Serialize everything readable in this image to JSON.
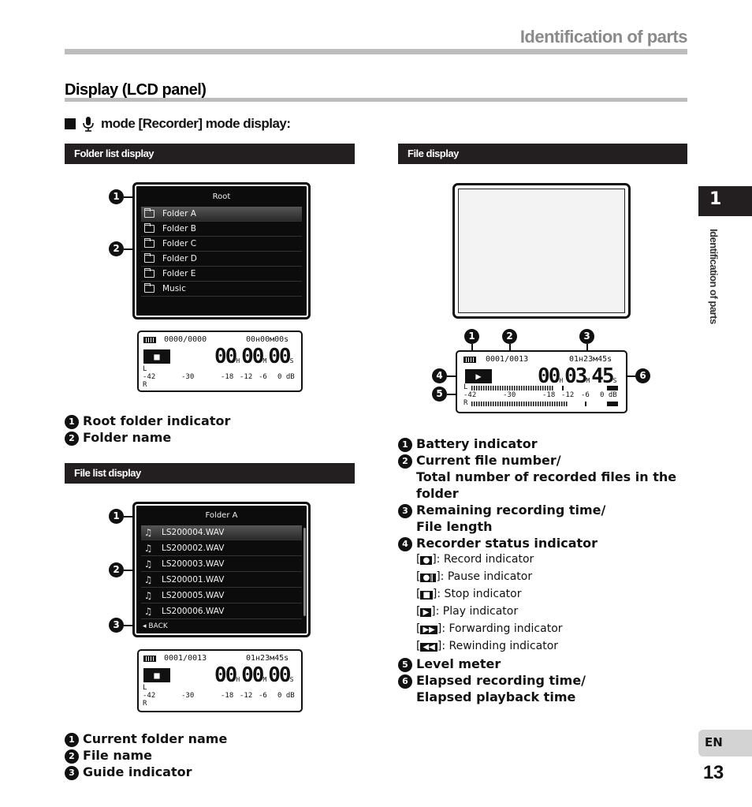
{
  "header": {
    "title": "Identification of parts"
  },
  "section": {
    "title": "Display (LCD panel)"
  },
  "mode_heading": "mode [Recorder] mode display:",
  "folder_list": {
    "bar_label": "Folder list display",
    "root_label": "Root",
    "folders": [
      "Folder A",
      "Folder B",
      "Folder C",
      "Folder D",
      "Folder E",
      "Music"
    ],
    "lcd": {
      "file_counter": "0000/0000",
      "remaining": "00н00м00s",
      "hours": "00",
      "minutes": "00",
      "seconds": "00",
      "level_scale": [
        "-42",
        "-30",
        "-18",
        "-12",
        "-6",
        "0 dB"
      ]
    },
    "legend": [
      "Root folder indicator",
      "Folder name"
    ]
  },
  "file_list": {
    "bar_label": "File list display",
    "folder_label": "Folder A",
    "files": [
      "LS200004.WAV",
      "LS200002.WAV",
      "LS200003.WAV",
      "LS200001.WAV",
      "LS200005.WAV",
      "LS200006.WAV"
    ],
    "back_label": "BACK",
    "lcd": {
      "file_counter": "0001/0013",
      "remaining": "01н23м45s",
      "hours": "00",
      "minutes": "00",
      "seconds": "00",
      "level_scale": [
        "-42",
        "-30",
        "-18",
        "-12",
        "-6",
        "0 dB"
      ]
    },
    "legend": [
      "Current folder name",
      "File name",
      "Guide indicator"
    ]
  },
  "file_display": {
    "bar_label": "File display",
    "lcd": {
      "file_counter": "0001/0013",
      "remaining": "01н23м45s",
      "hours": "00",
      "minutes": "03",
      "seconds": "45",
      "level_scale": [
        "-42",
        "-30",
        "-18",
        "-12",
        "-6",
        "0 dB"
      ]
    },
    "legend": [
      {
        "num": "1",
        "lines": [
          "Battery indicator"
        ]
      },
      {
        "num": "2",
        "lines": [
          "Current file number/",
          "Total number of recorded files in the folder"
        ]
      },
      {
        "num": "3",
        "lines": [
          "Remaining recording time/",
          "File length"
        ]
      },
      {
        "num": "4",
        "lines": [
          "Recorder status indicator"
        ]
      },
      {
        "num": "5",
        "lines": [
          "Level meter"
        ]
      },
      {
        "num": "6",
        "lines": [
          "Elapsed recording time/",
          "Elapsed playback time"
        ]
      }
    ],
    "status_items": [
      ": Record indicator",
      ": Pause indicator",
      ": Stop indicator",
      ": Play indicator",
      ": Forwarding indicator",
      ": Rewinding indicator"
    ]
  },
  "lcd_labels": {
    "left": "L",
    "right": "R",
    "h": "H",
    "m": "M",
    "s": "S"
  },
  "side": {
    "chapter": "1",
    "label": "Identification of parts",
    "lang": "EN",
    "page": "13"
  }
}
